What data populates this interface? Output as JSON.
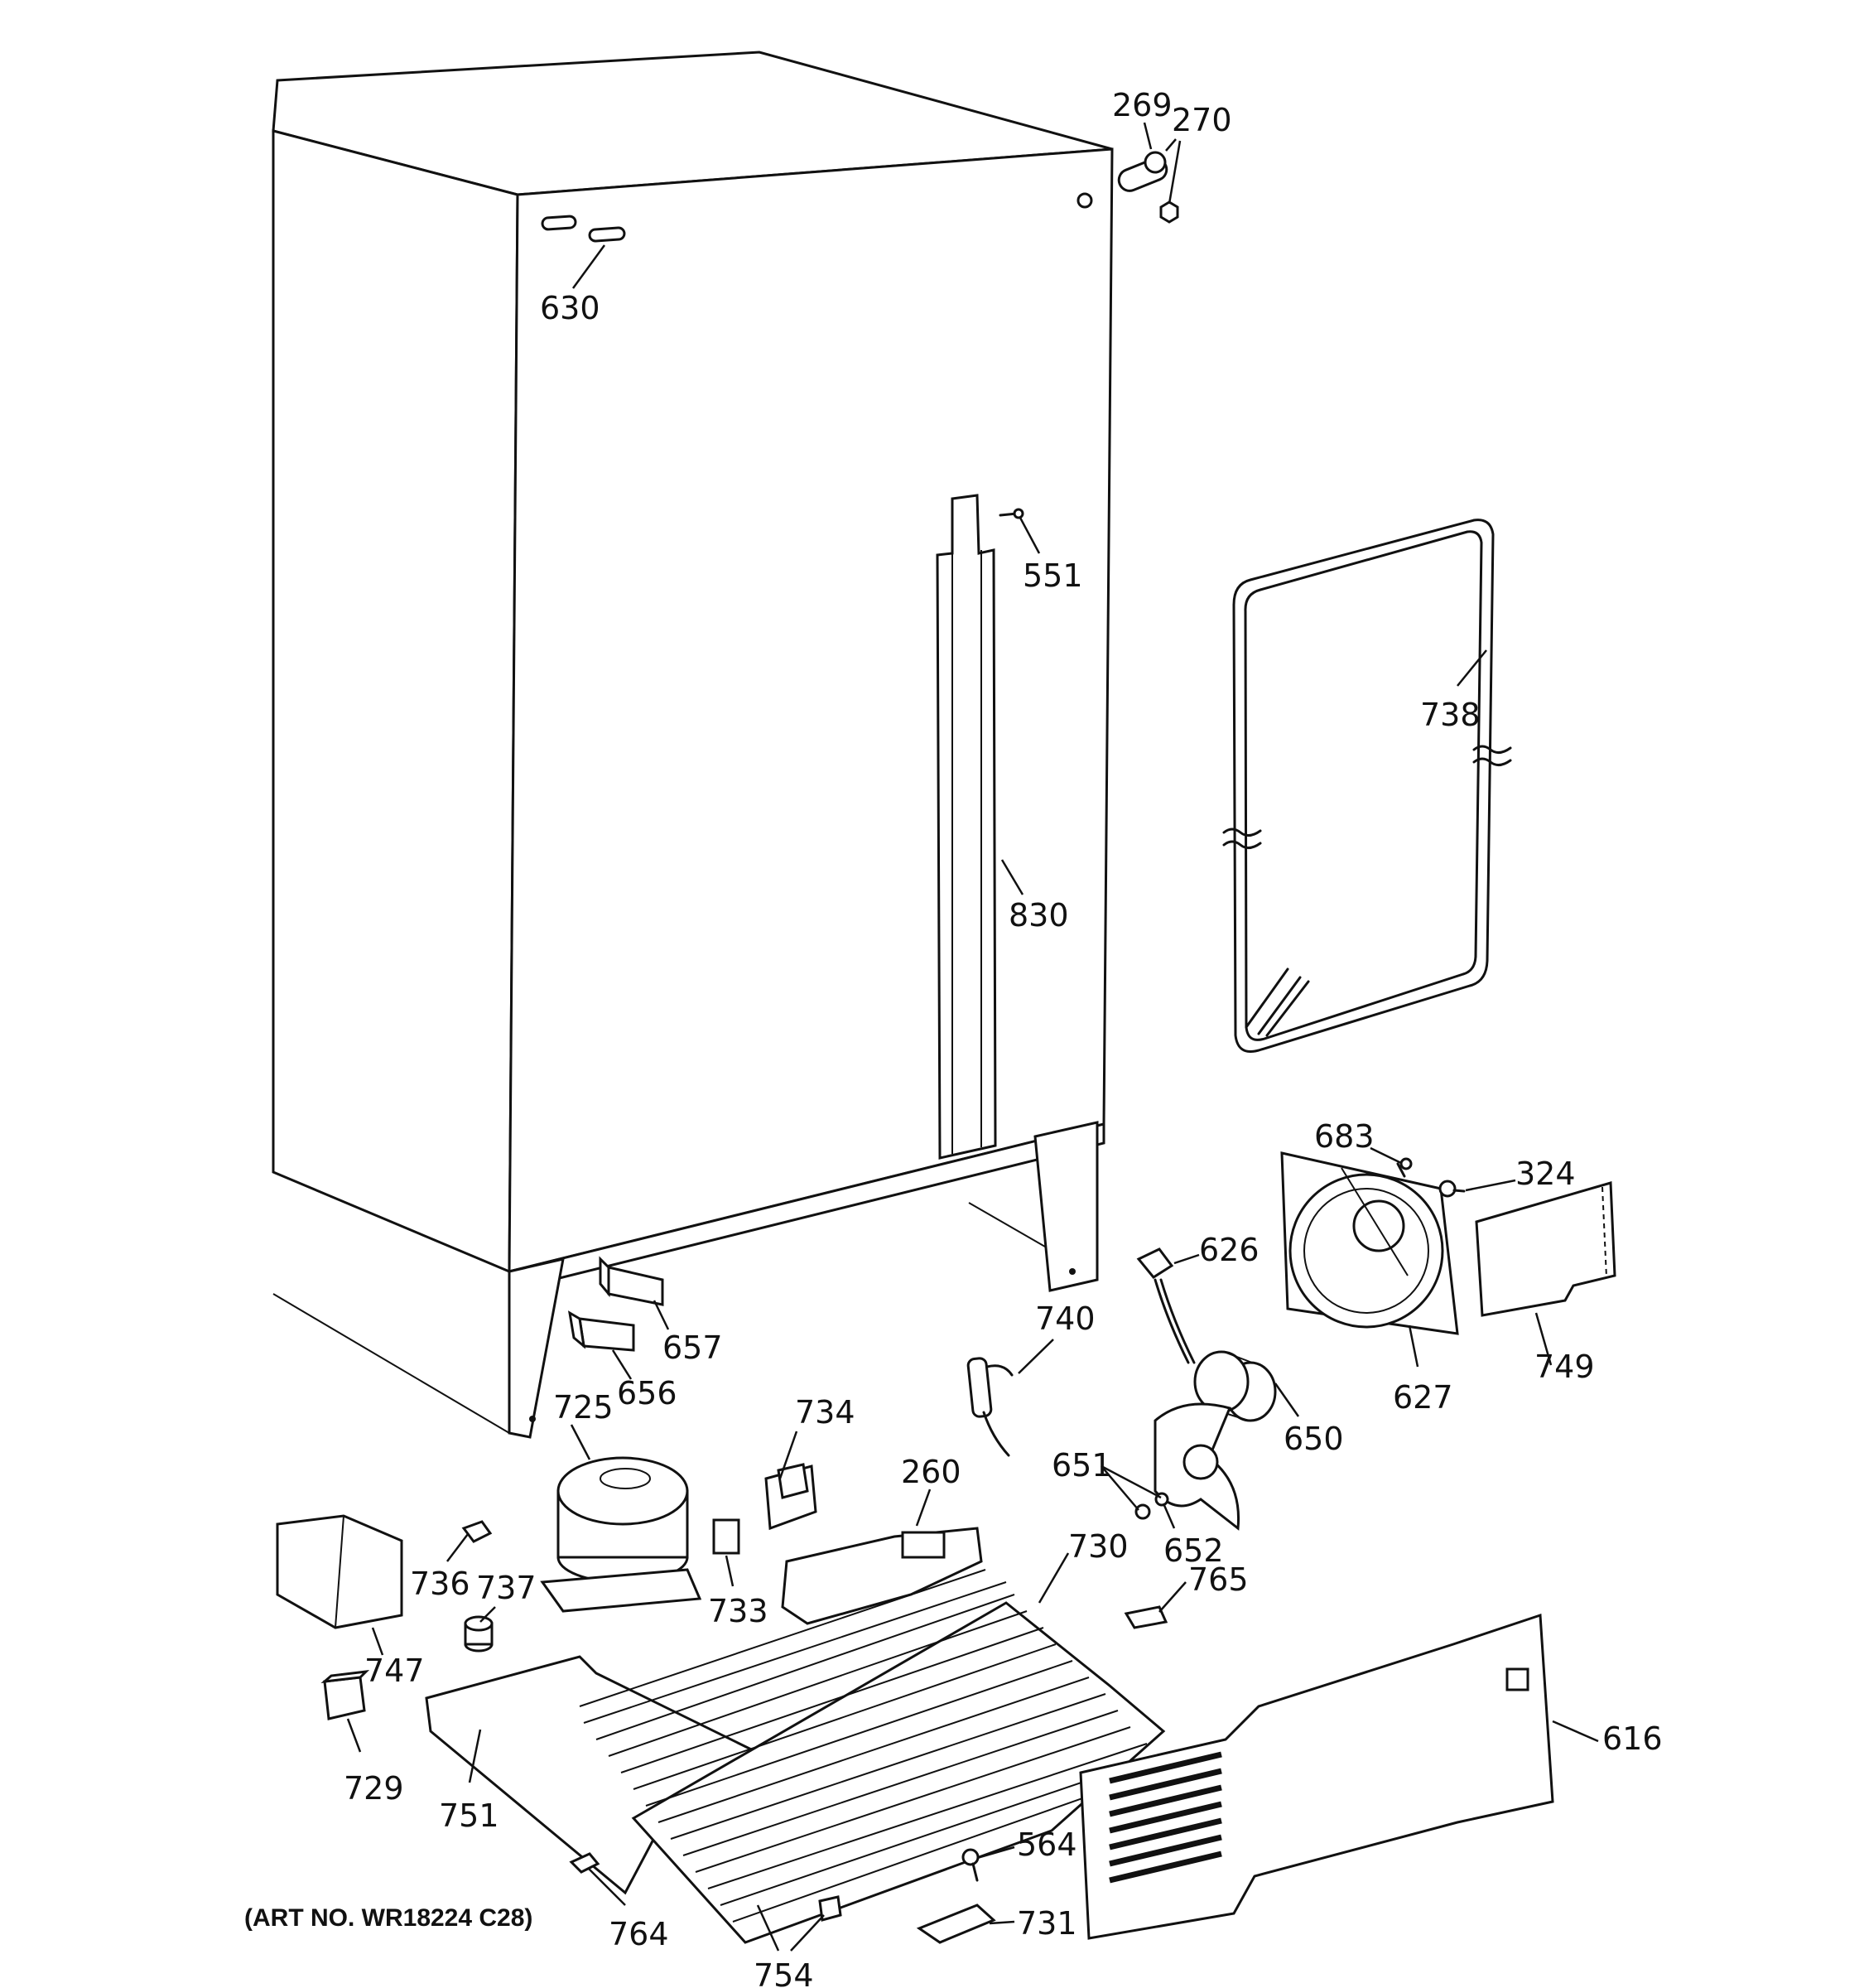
{
  "art_number": "(ART NO. WR18224 C28)",
  "callouts": [
    {
      "id": "269",
      "label": "269"
    },
    {
      "id": "270",
      "label": "270"
    },
    {
      "id": "630",
      "label": "630"
    },
    {
      "id": "551",
      "label": "551"
    },
    {
      "id": "738",
      "label": "738"
    },
    {
      "id": "830",
      "label": "830"
    },
    {
      "id": "683",
      "label": "683"
    },
    {
      "id": "324",
      "label": "324"
    },
    {
      "id": "626",
      "label": "626"
    },
    {
      "id": "657",
      "label": "657"
    },
    {
      "id": "656",
      "label": "656"
    },
    {
      "id": "740",
      "label": "740"
    },
    {
      "id": "627",
      "label": "627"
    },
    {
      "id": "749",
      "label": "749"
    },
    {
      "id": "725",
      "label": "725"
    },
    {
      "id": "734",
      "label": "734"
    },
    {
      "id": "650",
      "label": "650"
    },
    {
      "id": "651",
      "label": "651"
    },
    {
      "id": "260",
      "label": "260"
    },
    {
      "id": "652",
      "label": "652"
    },
    {
      "id": "730",
      "label": "730"
    },
    {
      "id": "736",
      "label": "736"
    },
    {
      "id": "737",
      "label": "737"
    },
    {
      "id": "733",
      "label": "733"
    },
    {
      "id": "765",
      "label": "765"
    },
    {
      "id": "747",
      "label": "747"
    },
    {
      "id": "616",
      "label": "616"
    },
    {
      "id": "729",
      "label": "729"
    },
    {
      "id": "751",
      "label": "751"
    },
    {
      "id": "564",
      "label": "564"
    },
    {
      "id": "764",
      "label": "764"
    },
    {
      "id": "731",
      "label": "731"
    },
    {
      "id": "754",
      "label": "754"
    }
  ]
}
